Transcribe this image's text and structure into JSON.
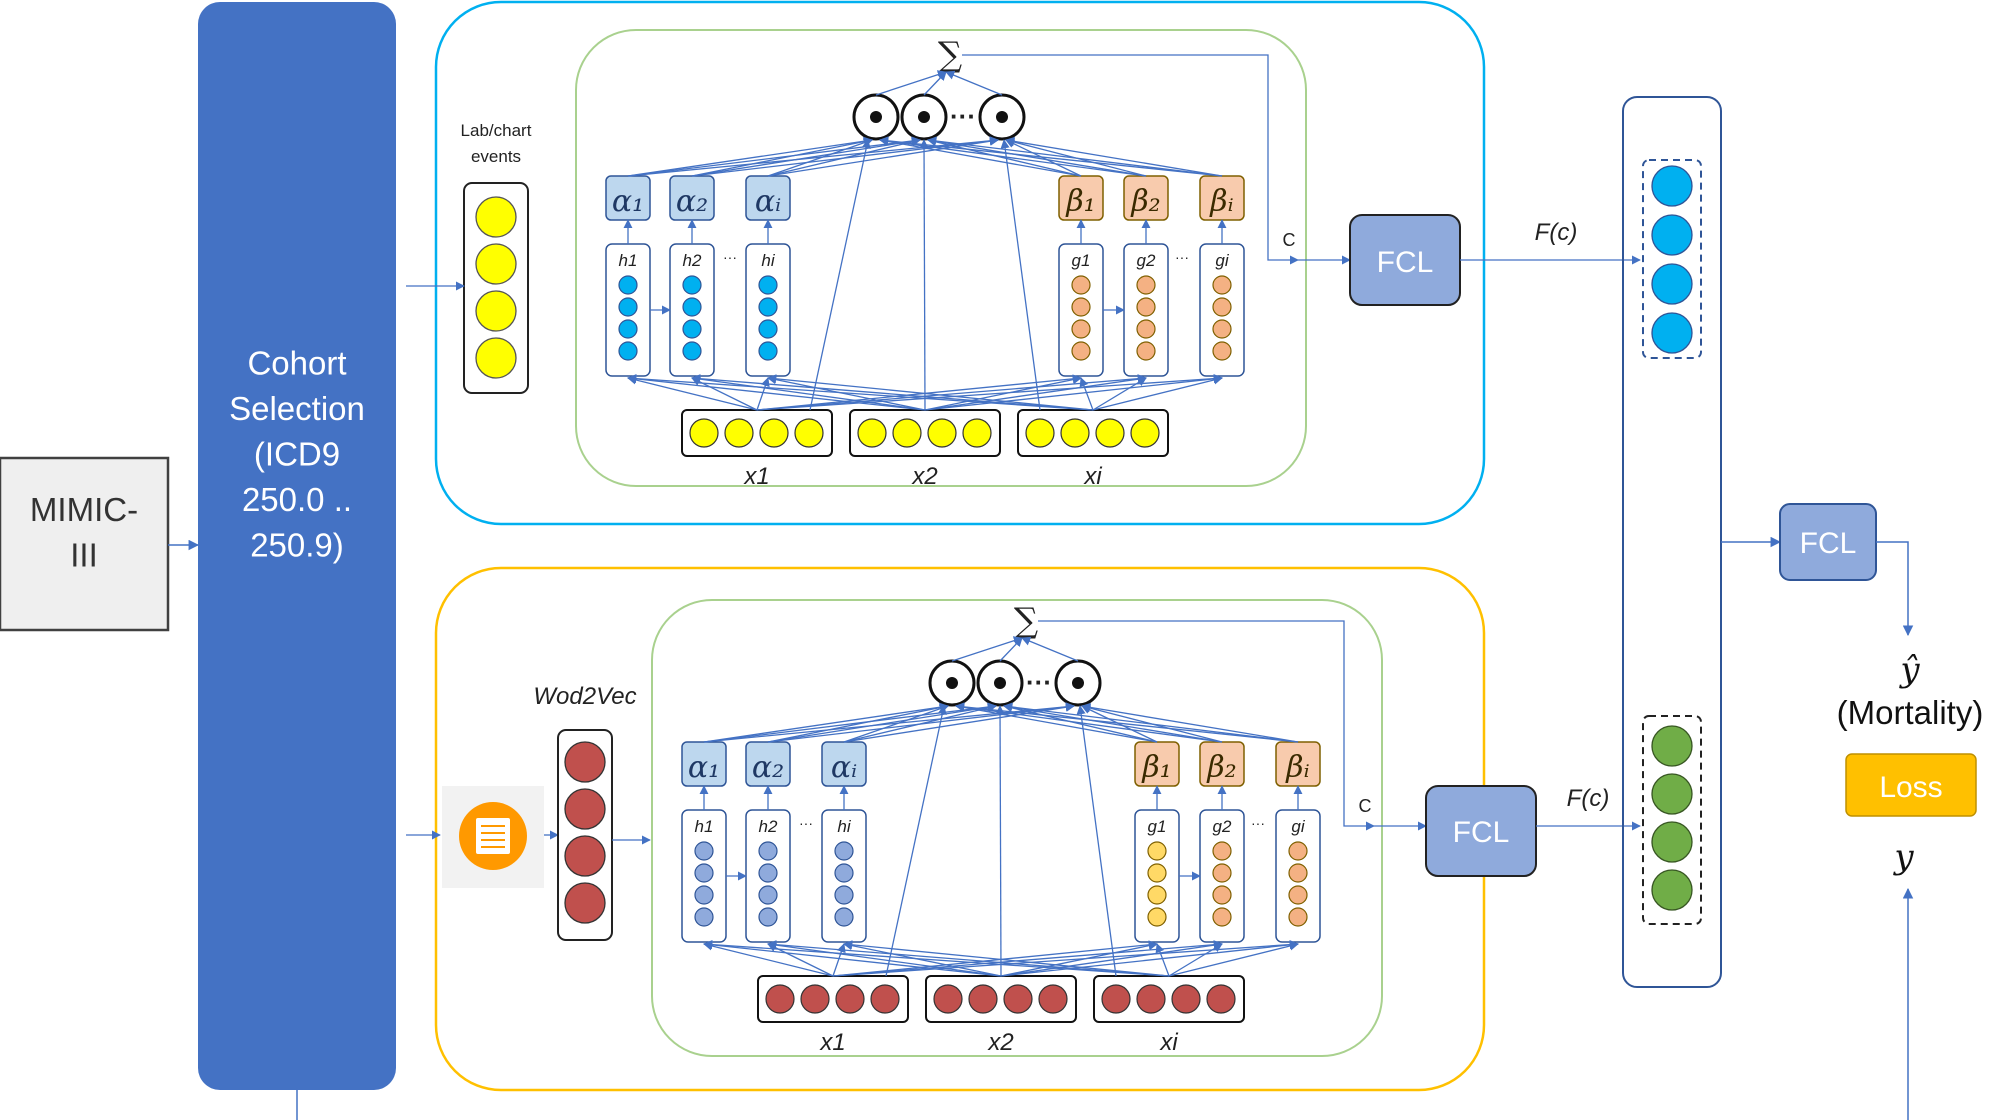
{
  "source": {
    "label": "MIMIC-\nIII"
  },
  "cohort": {
    "label": "Cohort\nSelection\n(ICD9\n250.0 ..\n250.9)"
  },
  "top_branch": {
    "input_label": "Lab/chart\nevents",
    "alpha_labels": [
      "α₁",
      "α₂",
      "αᵢ"
    ],
    "beta_labels": [
      "β₁",
      "β₂",
      "βᵢ"
    ],
    "h_labels": [
      "h1",
      "h2",
      "hi"
    ],
    "g_labels": [
      "g1",
      "g2",
      "gi"
    ],
    "x_labels": [
      "x1",
      "x2",
      "xi"
    ],
    "sum_symbol": "∑",
    "context_label": "C",
    "fcl_label": "FCL",
    "output_label": "F(c)",
    "ellipsis": "···",
    "small_ellipsis": "···"
  },
  "bottom_branch": {
    "embedding_label": "Wod2Vec",
    "alpha_labels": [
      "α₁",
      "α₂",
      "αᵢ"
    ],
    "beta_labels": [
      "β₁",
      "β₂",
      "βᵢ"
    ],
    "h_labels": [
      "h1",
      "h2",
      "hi"
    ],
    "g_labels": [
      "g1",
      "g2",
      "gi"
    ],
    "x_labels": [
      "x1",
      "x2",
      "xi"
    ],
    "sum_symbol": "∑",
    "context_label": "C",
    "fcl_label": "FCL",
    "output_label": "F(c)",
    "ellipsis": "···",
    "small_ellipsis": "···"
  },
  "final": {
    "fcl_label": "FCL",
    "y_hat": "ŷ",
    "mortality": "(Mortality)",
    "loss": "Loss",
    "y": "y"
  },
  "colors": {
    "cohort": "#4472C4",
    "fcl": "#8FAADC",
    "top_container": "#00B0F0",
    "bottom_container": "#FFC000",
    "inner_container": "#A9D18E",
    "yellow_node": "#FFFF00",
    "blue_node": "#00B0F0",
    "orange_node": "#F4B183",
    "red_node": "#C0504D",
    "green_node": "#70AD47",
    "alpha_box": "#BDD7EE",
    "beta_box": "#F8CBAD",
    "loss": "#FFC000",
    "arrow": "#4472C4"
  }
}
